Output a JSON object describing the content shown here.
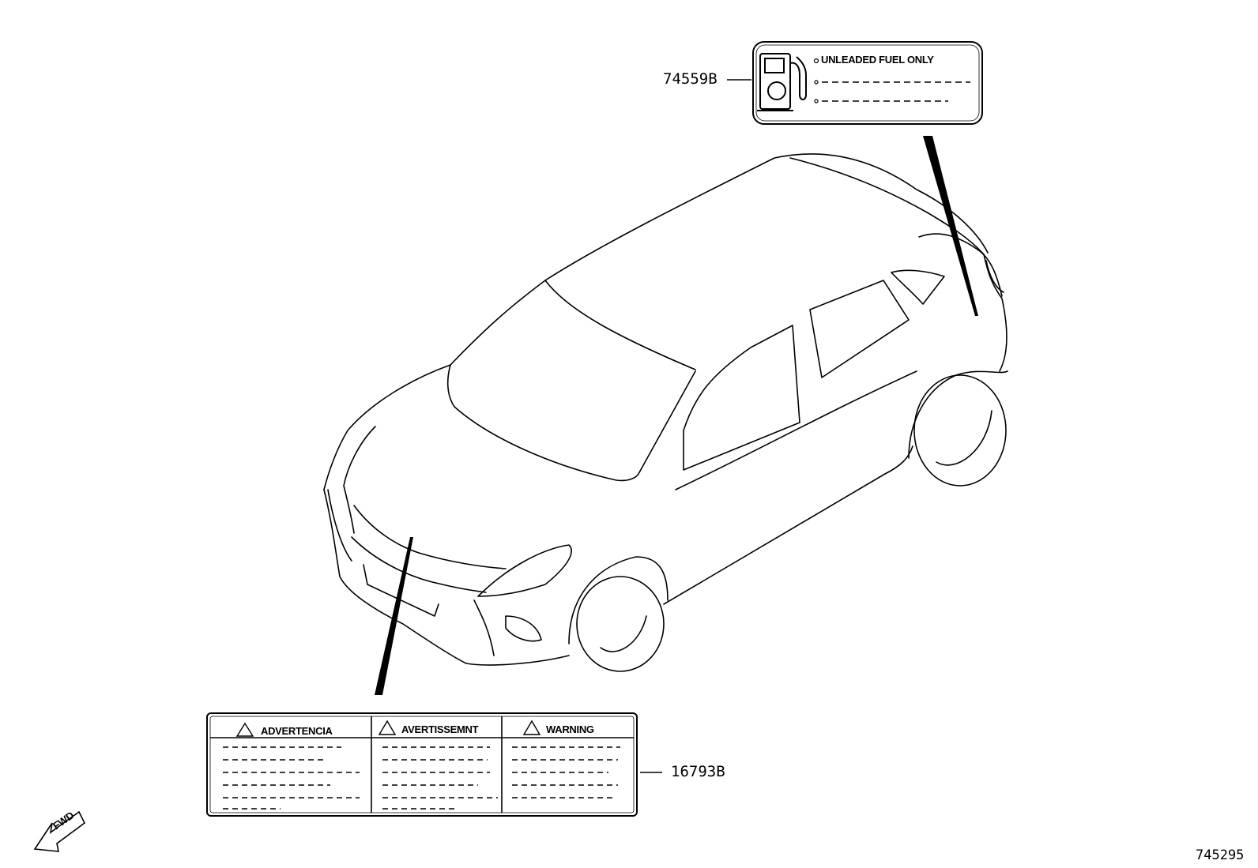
{
  "part_labels": {
    "fuel_label_part": "74559B",
    "warning_label_part": "16793B",
    "figure_number": "745295"
  },
  "fuel_label": {
    "line1": "UNLEADED FUEL ONLY"
  },
  "warning_label": {
    "col1_heading": "ADVERTENCIA",
    "col2_heading": "AVERTISSEMNT",
    "col3_heading": "WARNING"
  },
  "fwd_arrow": {
    "text": "FWD"
  },
  "colors": {
    "line": "#000000",
    "background": "#ffffff"
  }
}
